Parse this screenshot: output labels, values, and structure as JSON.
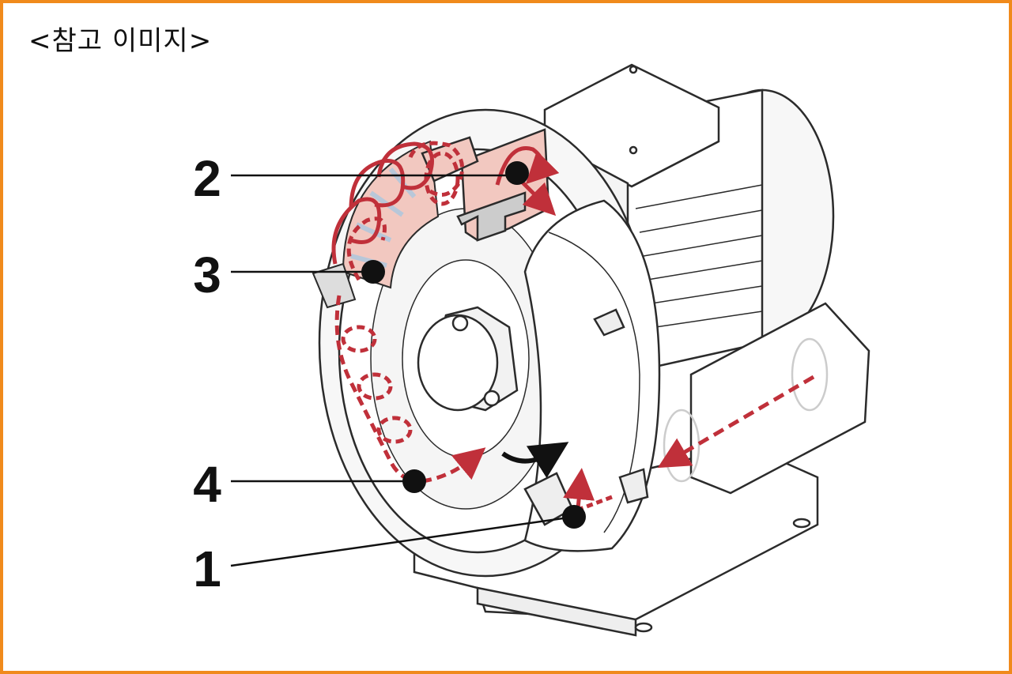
{
  "heading": "<참고 이미지>",
  "callouts": [
    {
      "number": "2"
    },
    {
      "number": "3"
    },
    {
      "number": "4"
    },
    {
      "number": "1"
    }
  ],
  "colors": {
    "frame": "#f08a1c",
    "flow": "#c0303a",
    "impeller_tint": "#f2c8c0",
    "outline": "#2b2b2b",
    "marker": "#111111"
  },
  "icons": [
    "rotation-arrow-icon",
    "flow-arrow-icon"
  ]
}
